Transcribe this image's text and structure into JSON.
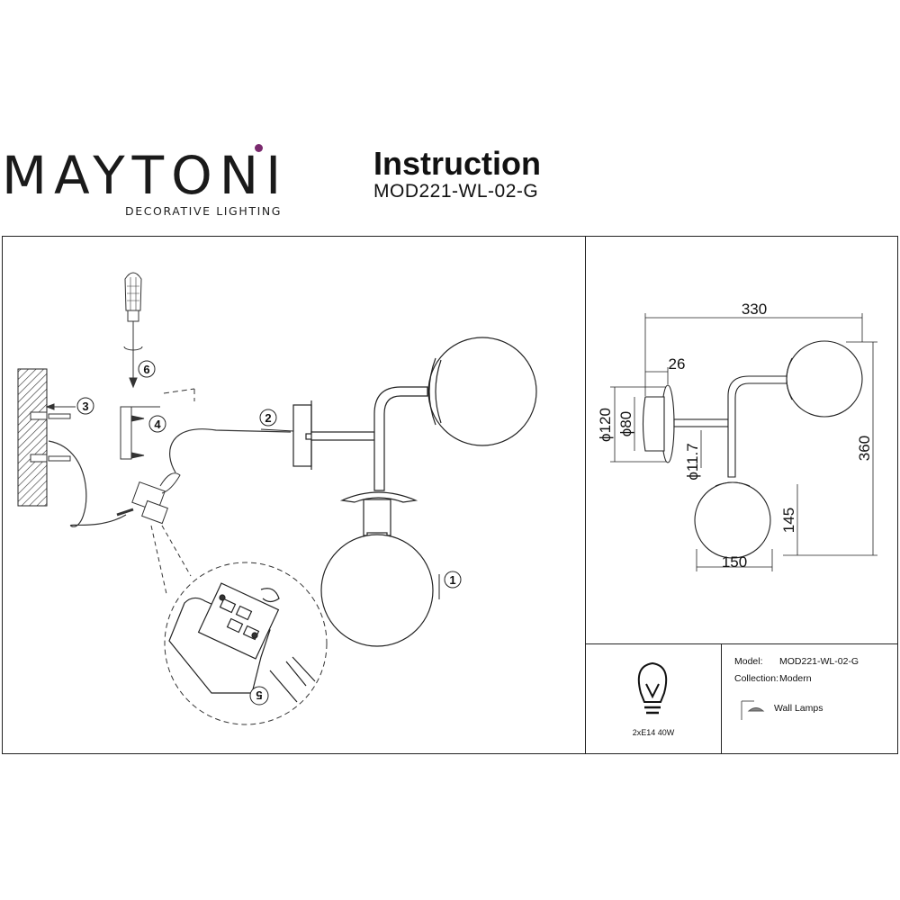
{
  "brand": {
    "name": "MAYTONI",
    "tagline": "DECORATIVE LIGHTING",
    "accent_color": "#7a2a6e"
  },
  "header": {
    "title": "Instruction",
    "model_code": "MOD221-WL-02-G"
  },
  "steps": [
    "1",
    "2",
    "3",
    "4",
    "5",
    "6"
  ],
  "dimensions": {
    "width": "330",
    "depth": "26",
    "base_outer": "ϕ120",
    "base_inner": "ϕ80",
    "arm": "ϕ11.7",
    "height": "360",
    "lower_height": "145",
    "shade": "150"
  },
  "bulb": {
    "spec": "2xE14 40W",
    "icon": "bulb-icon"
  },
  "info": {
    "model_label": "Model:",
    "model_value": "MOD221-WL-02-G",
    "collection_label": "Collection:",
    "collection_value": "Modern",
    "category": "Wall Lamps",
    "category_icon": "wall-lamp-icon"
  }
}
